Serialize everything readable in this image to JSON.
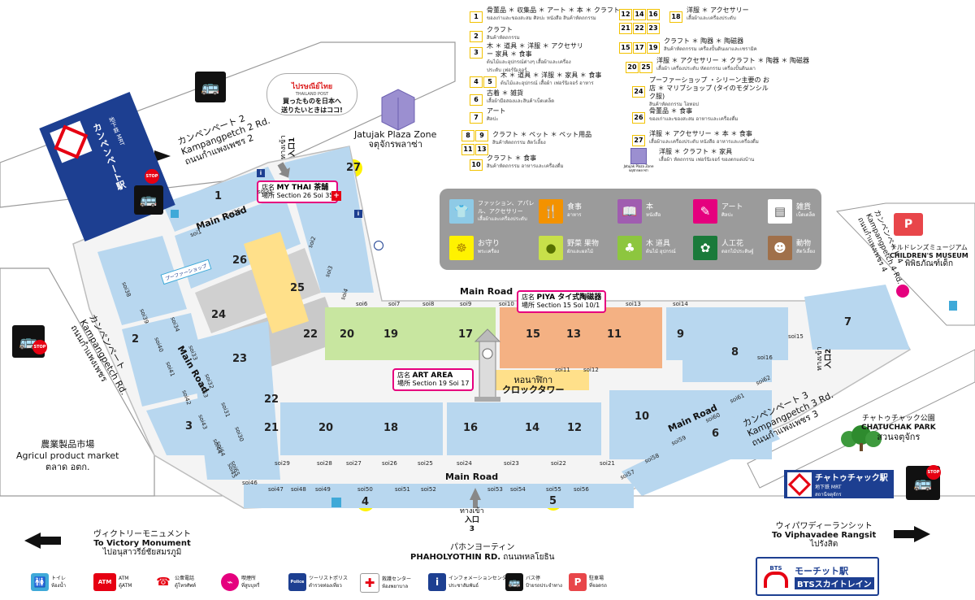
{
  "roads": {
    "main_road": "Main Road",
    "kampangpetch2_jp": "カンペンペート 2",
    "kampangpetch2_en": "Kampangpetch 2 Rd.",
    "kampangpetch2_th": "ถนนกำแพงเพชร 2",
    "kampangpetch_jp": "カンペンペート",
    "kampangpetch_en": "Kampangpetch Rd.",
    "kampangpetch_th": "ถนนกำแพงเพชร",
    "kampangpetch3_jp": "カンペンペート 3",
    "kampangpetch3_en": "Kampangpetch 3 Rd.",
    "kampangpetch3_th": "ถนนกำแพงเพชร 3",
    "kampangpetch4_jp": "カンペンペート 4",
    "kampangpetch4_en": "Kampangpetch 4 Rd.",
    "kampangpetch4_th": "ถนนกำแพงเพชร 4",
    "phaholyothin_jp": "パホンヨーティン",
    "phaholyothin_en": "PHAHOLYOTHIN RD.",
    "phaholyothin_th": "ถนนพหลโยธิน"
  },
  "places": {
    "jatujak_plaza_en": "Jatujak Plaza Zone",
    "jatujak_plaza_th": "จตุจักรพลาซ่า",
    "clock_th": "หอนาฬิกา",
    "clock_jp": "クロックタワー",
    "agri_jp": "農業製品市場",
    "agri_en": "Agricul product market",
    "agri_th": "ตลาด อตก.",
    "children_jp": "チルドレンズミュージアム",
    "children_en": "CHILDREN'S MUSEUM",
    "children_th": "พิพิธภัณฑ์เด็ก",
    "park_jp": "チャトゥチャック公園",
    "park_en": "CHATUCHAK PARK",
    "park_th": "สวนจตุจักร",
    "post_line1": "買ったものを日本へ",
    "post_line2": "送りたいときはココ!",
    "post_brand": "ไปรษณีย์ไทย",
    "post_brand_en": "THAILAND POST",
    "pupha": "プーファーショップ",
    "mrt_kamphaeng_jp": "カンペンペート駅",
    "mrt_kamphaeng_sub": "地下鉄 MRT",
    "mrt_chatuchak_jp": "チャトゥチャック駅",
    "mrt_chatuchak_sub": "地下鉄 MRT",
    "mrt_chatuchak_th": "สถานีจตุจักร",
    "bts_jp": "モーチット駅",
    "bts_sub": "BTSスカイトレイン",
    "bts_logo": "BTS"
  },
  "entrances": [
    {
      "th": "ทางเข้า",
      "jp": "入口",
      "num": "1"
    },
    {
      "th": "ทางเข้า",
      "jp": "入口",
      "num": "2"
    },
    {
      "th": "ทางเข้า",
      "jp": "入口",
      "num": "3"
    }
  ],
  "directions": {
    "victory_jp": "ヴィクトリーモニュメント",
    "victory_en": "To Victory Monument",
    "victory_th": "ไปอนุสาวรีย์ชัยสมรภูมิ",
    "vipha_jp": "ウィパワディーランシット",
    "vipha_en": "To Viphavadee Rangsit",
    "vipha_th": "ไปรังสิต"
  },
  "shops": [
    {
      "name_label": "店名",
      "name": "MY THAI 茶舗",
      "loc_label": "場所",
      "loc": "Section 26 Soi 35"
    },
    {
      "name_label": "店名",
      "name": "PIYA タイ式陶磁器",
      "loc_label": "場所",
      "loc": "Section 15 Soi 10/1"
    },
    {
      "name_label": "店名",
      "name": "ART AREA",
      "loc_label": "場所",
      "loc": "Section 19 Soi 17"
    }
  ],
  "sections": [
    "1",
    "2",
    "3",
    "4",
    "5",
    "6",
    "7",
    "8",
    "9",
    "10",
    "11",
    "12",
    "13",
    "14",
    "15",
    "16",
    "17",
    "18",
    "19",
    "20",
    "20",
    "21",
    "22",
    "22",
    "23",
    "24",
    "25",
    "26",
    "27"
  ],
  "sois": [
    "soi1",
    "soi2",
    "soi3",
    "soi4",
    "soi6",
    "soi7",
    "soi8",
    "soi9",
    "soi10",
    "soi11",
    "soi12",
    "soi13",
    "soi14",
    "soi15",
    "soi16",
    "soi21",
    "soi22",
    "soi23",
    "soi24",
    "soi25",
    "soi26",
    "soi27",
    "soi28",
    "soi29",
    "soi30",
    "soi31",
    "soi32",
    "soi33",
    "soi34",
    "soi35",
    "soi36",
    "soi38",
    "soi39",
    "soi40",
    "soi41",
    "soi42",
    "soi43",
    "soi44",
    "soi45",
    "soi46",
    "soi47",
    "soi48",
    "soi49",
    "soi50",
    "soi51",
    "soi52",
    "soi53",
    "soi54",
    "soi55",
    "soi56",
    "soi57",
    "soi58",
    "soi59",
    "soi60",
    "soi61",
    "soi62",
    "soi63",
    "soi64",
    "soi65"
  ],
  "legend_left": [
    {
      "nums": [
        "1"
      ],
      "jp": "骨董品 ＊ 収集品 ＊ アート ＊ 本 ＊ クラフト",
      "th": "ของเก่าและของสะสม ศิลปะ หนังสือ สินค้าหัตถกรรม"
    },
    {
      "nums": [
        "2"
      ],
      "jp": "クラフト",
      "th": "สินค้าหัตถกรรม"
    },
    {
      "nums": [
        "3"
      ],
      "jp": "木 ＊ 道具 ＊ 洋服 ＊ アクセサリー 家具 ＊ 食事",
      "th": "ต้นไม้และอุปกรณ์ต่างๆ เสื้อผ้าและเครื่องประดับ เฟอร์นิเจอร์"
    },
    {
      "nums": [
        "4",
        "5"
      ],
      "jp": "木 ＊ 道具 ＊ 洋服 ＊ 家具 ＊ 食事",
      "th": "ต้นไม้และอุปกรณ์ เสื้อผ้า เฟอร์นิเจอร์ อาหาร"
    },
    {
      "nums": [
        "6"
      ],
      "jp": "古着 ＊ 雑貨",
      "th": "เสื้อผ้ามือสองและสินค้าเบ็ดเตล็ด"
    },
    {
      "nums": [
        "7"
      ],
      "jp": "アート",
      "th": "ศิลปะ"
    },
    {
      "nums": [
        "8",
        "9",
        "11",
        "13"
      ],
      "jp": "クラフト ＊ ペット ＊ ペット用品",
      "th": "สินค้าหัตถกรรม สัตว์เลี้ยง"
    },
    {
      "nums": [
        "10"
      ],
      "jp": "クラフト ＊ 食事",
      "th": "สินค้าหัตถกรรม อาหารและเครื่องดื่ม"
    }
  ],
  "legend_right": [
    {
      "nums": [
        "12",
        "14",
        "16",
        "21",
        "22",
        "23",
        "18"
      ],
      "jp": "洋服 ＊ アクセサリー",
      "th": "เสื้อผ้าและเครื่องประดับ"
    },
    {
      "nums": [
        "15",
        "17",
        "19"
      ],
      "jp": "クラフト ＊ 陶器 ＊ 陶磁器",
      "th": "สินค้าหัตถกรรม เครื่องปั้นดินเผาและเซรามิค"
    },
    {
      "nums": [
        "20",
        "25"
      ],
      "jp": "洋服 ＊ アクセサリー ＊ クラフト ＊ 陶器 ＊ 陶磁器",
      "th": "เสื้อผ้า เครื่องประดับ หัตถกรรม เครื่องปั้นดินเผา"
    },
    {
      "nums": [
        "24"
      ],
      "jp": "プーファーショップ ・シリーン主要の お店 ＊ マリブショップ (タイのモダンシルク服)",
      "th": "สินค้าหัตถกรรม โอทอป"
    },
    {
      "nums": [
        "26"
      ],
      "jp": "骨董品 ＊ 食事",
      "th": "ของเก่าและของสะสม อาหารและเครื่องดื่ม"
    },
    {
      "nums": [
        "27"
      ],
      "jp": "洋服 ＊ アクセサリー ＊ 本 ＊ 食事",
      "th": "เสื้อผ้าและเครื่องประดับ หนังสือ อาหารและเครื่องดื่ม"
    },
    {
      "nums": [],
      "jp": "洋服 ＊ クラフト ＊ 家具",
      "th": "เสื้อผ้า หัตถกรรม เฟอร์นิเจอร์ ของตกแต่งบ้าน",
      "icon_label": "Jatujak Plaza Zone",
      "icon_label_th": "จตุจักรพลาซ่า"
    }
  ],
  "categories": [
    {
      "jp": "ファッション、アパレル、アクセサリー",
      "th": "เสื้อผ้าและเครื่องประดับ",
      "color": "#8ecae6",
      "icon": "shirt-icon"
    },
    {
      "jp": "食事",
      "th": "อาหาร",
      "color": "#f39200",
      "icon": "fork-knife-icon"
    },
    {
      "jp": "本",
      "th": "หนังสือ",
      "color": "#a05db0",
      "icon": "book-icon"
    },
    {
      "jp": "アート",
      "th": "ศิลปะ",
      "color": "#e5007e",
      "icon": "brush-icon"
    },
    {
      "jp": "雑貨",
      "th": "เบ็ดเตล็ด",
      "color": "#ffffff",
      "icon": "goods-icon"
    },
    {
      "jp": "お守り",
      "th": "พระเครื่อง",
      "color": "#fff200",
      "icon": "buddha-icon"
    },
    {
      "jp": "野菜 果物",
      "th": "ผักและผลไม้",
      "color": "#c8e04a",
      "icon": "fruit-icon"
    },
    {
      "jp": "木 道具",
      "th": "ต้นไม้ อุปกรณ์",
      "color": "#8dc63f",
      "icon": "tree-icon"
    },
    {
      "jp": "人工花",
      "th": "ดอกไม้ประดิษฐ์",
      "color": "#1a7a3a",
      "icon": "flower-icon"
    },
    {
      "jp": "動物",
      "th": "สัตว์เลี้ยง",
      "color": "#a0704a",
      "icon": "monkey-icon"
    }
  ],
  "services": [
    {
      "jp": "トイレ",
      "th": "ห้องน้ำ",
      "icon": "toilet-icon",
      "color": "#3fa9d8"
    },
    {
      "jp": "ATM",
      "th": "ตู้ATM",
      "icon": "atm-icon",
      "color": "#e60012"
    },
    {
      "jp": "公衆電話",
      "th": "ตู้โทรศัพท์",
      "icon": "phone-icon",
      "color": "#e60012"
    },
    {
      "jp": "喫煙所",
      "th": "ที่สูบบุหรี่",
      "icon": "smoking-icon",
      "color": "#e5007e"
    },
    {
      "jp": "ツーリストポリス",
      "th": "ตำรวจท่องเที่ยว",
      "icon": "police-icon",
      "color": "#1d3f91"
    },
    {
      "jp": "救護センター",
      "th": "ห้องพยาบาล",
      "icon": "first-aid-icon",
      "color": "#e60012"
    },
    {
      "jp": "インフォメーションセンター",
      "th": "ประชาสัมพันธ์",
      "icon": "info-icon",
      "color": "#1d3f91"
    },
    {
      "jp": "バス停",
      "th": "ป้ายรถประจำทาง",
      "icon": "bus-stop-icon",
      "color": "#111111"
    },
    {
      "jp": "駐車場",
      "th": "ที่จอดรถ",
      "icon": "parking-icon",
      "color": "#e60012"
    }
  ],
  "service_labels": {
    "atm": "ATM",
    "police": "Police",
    "stop": "STOP",
    "parking": "P"
  }
}
